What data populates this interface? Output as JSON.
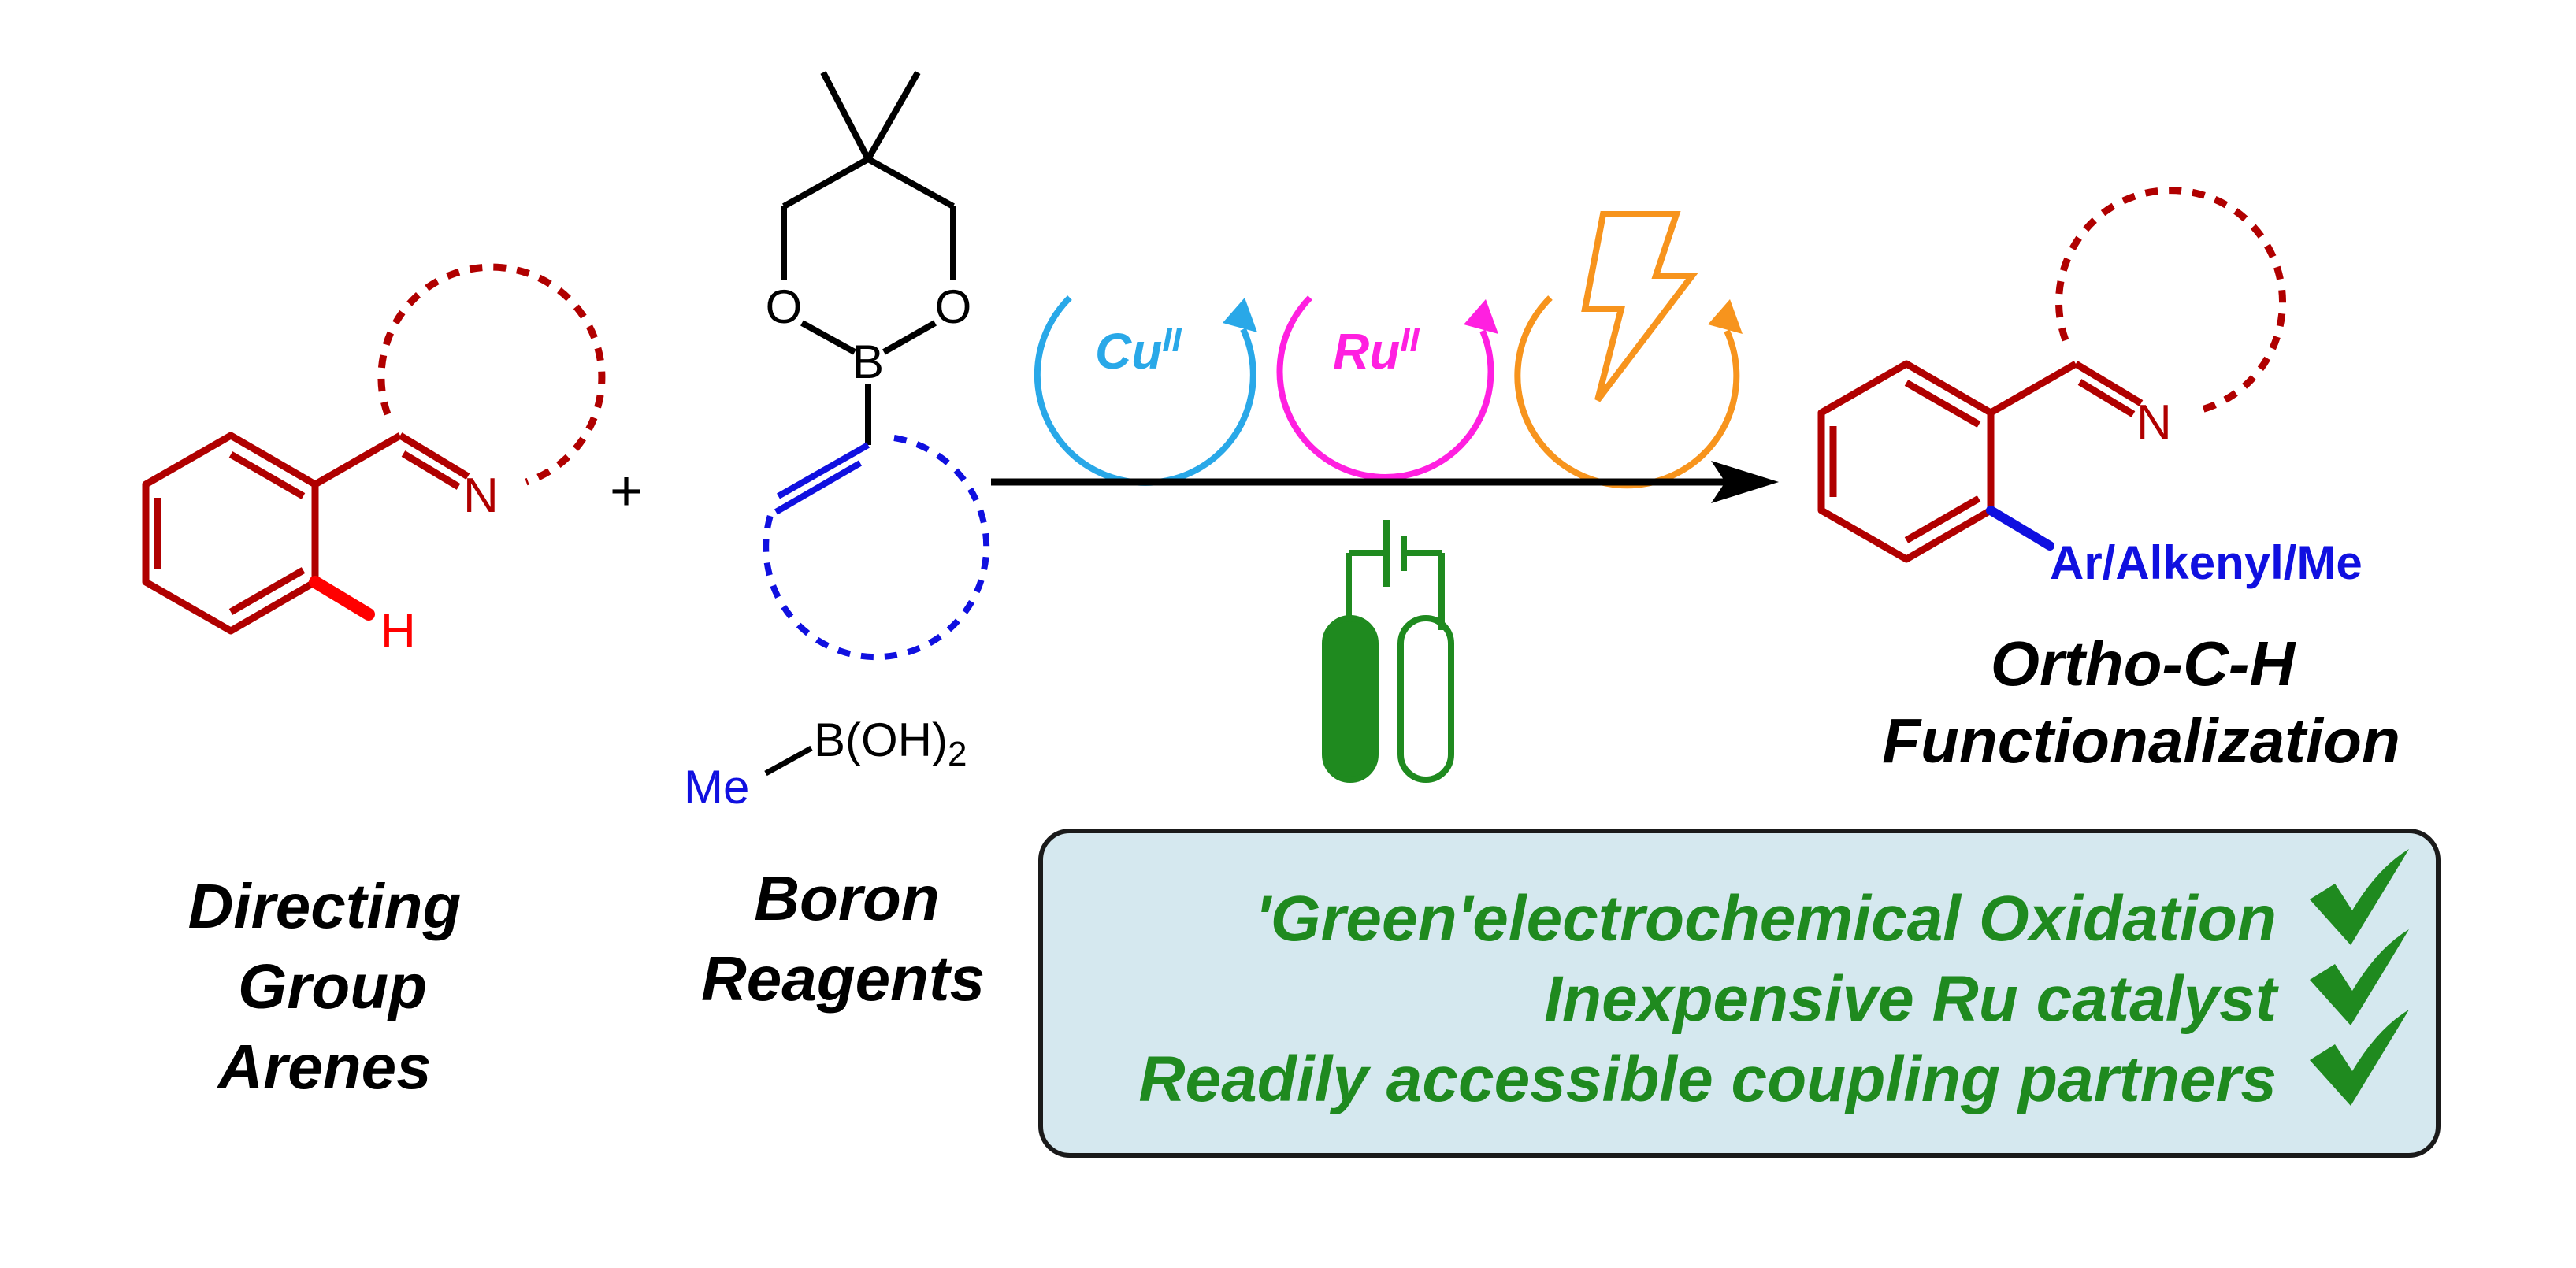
{
  "colors": {
    "ring": "#b00000",
    "h_atom": "#ff0000",
    "substituent": "#1010e0",
    "black": "#000000",
    "cu_cycle": "#29a8e8",
    "ru_cycle": "#ff20e0",
    "electro_cycle": "#f7941d",
    "green": "#1f8a1f",
    "box_fill": "#d5e8ef"
  },
  "reactant1": {
    "n_atom": "N",
    "h_atom": "H",
    "label_line1": "Directing",
    "label_line2": "Group",
    "label_line3": "Arenes"
  },
  "plus_sign": "+",
  "reactant2": {
    "o_left": "O",
    "o_right": "O",
    "b_atom": "B",
    "me": "Me",
    "boronic": "B(OH)",
    "boronic_sub": "2",
    "label_line1": "Boron",
    "label_line2": "Reagents"
  },
  "cycles": {
    "cu_main": "Cu",
    "cu_sup": "II",
    "ru_main": "Ru",
    "ru_sup": "II",
    "electro_icon": "lightning-bolt-icon",
    "battery_icon": "battery-electrodes-icon"
  },
  "product": {
    "n_atom": "N",
    "substituent": "Ar/Alkenyl/Me",
    "label_line1": "Ortho-C-H",
    "label_line2": "Functionalization"
  },
  "benefits": [
    "'Green'electrochemical Oxidation",
    "Inexpensive Ru catalyst",
    "Readily accessible coupling partners"
  ],
  "check_icon": "checkmark-icon"
}
